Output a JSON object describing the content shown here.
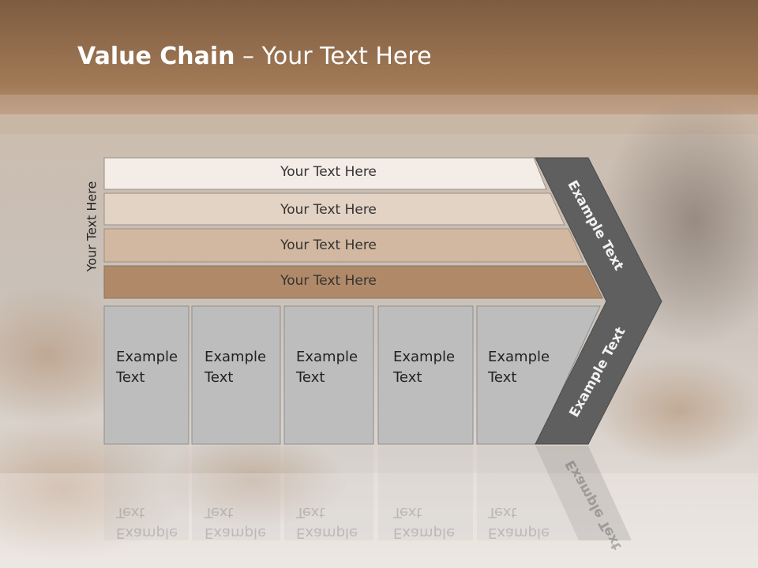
{
  "title": {
    "bold": "Value Chain",
    "rest": " – Your Text Here"
  },
  "side_label": "Your Text Here",
  "rows": [
    {
      "label": "Your Text Here",
      "fill": "#f3ece7"
    },
    {
      "label": "Your Text Here",
      "fill": "#e3d3c5"
    },
    {
      "label": "Your Text Here",
      "fill": "#d2b8a0"
    },
    {
      "label": "Your Text Here",
      "fill": "#b08a68"
    }
  ],
  "boxes": [
    {
      "line1": "Example",
      "line2": "Text"
    },
    {
      "line1": "Example",
      "line2": "Text"
    },
    {
      "line1": "Example",
      "line2": "Text"
    },
    {
      "line1": "Example",
      "line2": "Text"
    },
    {
      "line1": "Example",
      "line2": "Text"
    }
  ],
  "arrow_labels": {
    "upper": "Example Text",
    "lower": "Example Text"
  },
  "colors": {
    "box_fill": "#bdbdbd",
    "chevron_fill": "#5f5f5f",
    "header_brown": "#8a6a4c"
  }
}
